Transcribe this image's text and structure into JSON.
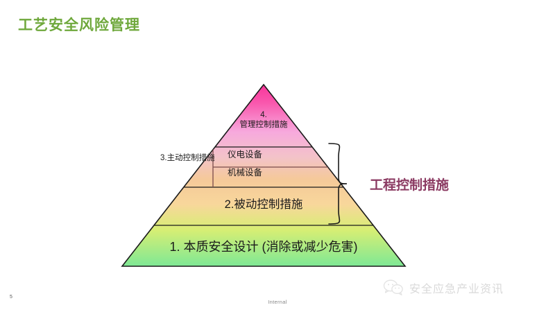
{
  "slide": {
    "title": "工艺安全风险管理",
    "title_color": "#6FA83C",
    "page_number": "5",
    "footer_label": "Internal",
    "background_color": "#FFFFFF"
  },
  "pyramid": {
    "apex_color": "#F9359B",
    "upper_mid_color": "#F5A8DC",
    "mid_color": "#F5C99A",
    "lower_mid_color": "#D7EE74",
    "base_color": "#7EE895",
    "outline_color": "#1a1a1a",
    "tiers": [
      {
        "index": "4",
        "number_label": "4.",
        "label": "管理控制措施",
        "full_label": "4. 管理控制措施",
        "position": "apex"
      },
      {
        "index": "3",
        "number_label": "3.",
        "label": "主动控制措施",
        "full_label": "3.主动控制措施",
        "position": "second",
        "sub_items": [
          {
            "label": "仪电设备"
          },
          {
            "label": "机械设备"
          }
        ]
      },
      {
        "index": "2",
        "number_label": "2.",
        "label": "被动控制措施",
        "full_label": "2.被动控制措施",
        "position": "third"
      },
      {
        "index": "1",
        "number_label": "1.",
        "label": "本质安全设计 (消除或减少危害)",
        "full_label": "1. 本质安全设计 (消除或减少危害)",
        "position": "base"
      }
    ]
  },
  "annotation": {
    "text": "工程控制措施",
    "color": "#8B3A62",
    "brace_target": "tiers 2 and 3"
  },
  "watermark": {
    "icon": "wechat-icon",
    "text": "安全应急产业资讯"
  }
}
